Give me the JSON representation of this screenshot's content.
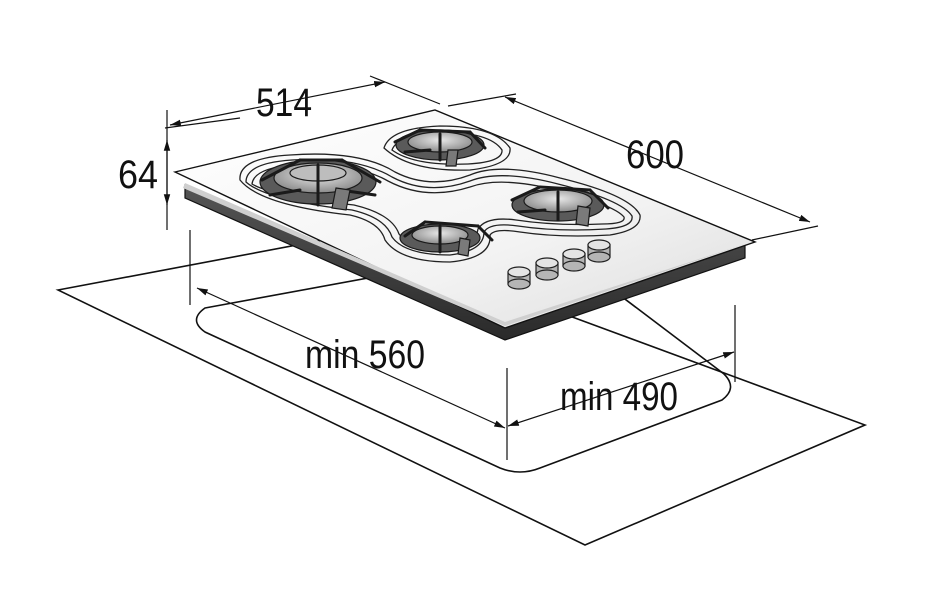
{
  "dimensions": {
    "width_label": "514",
    "depth_label": "600",
    "height_label": "64",
    "cutout_width_label": "min 560",
    "cutout_depth_label": "min 490"
  },
  "colors": {
    "line": "#111111",
    "glass_top": "#f7f7f7",
    "glass_edge": "#3a3a3a",
    "grate": "#7a7a7a",
    "knob": "#e4e4e4"
  }
}
